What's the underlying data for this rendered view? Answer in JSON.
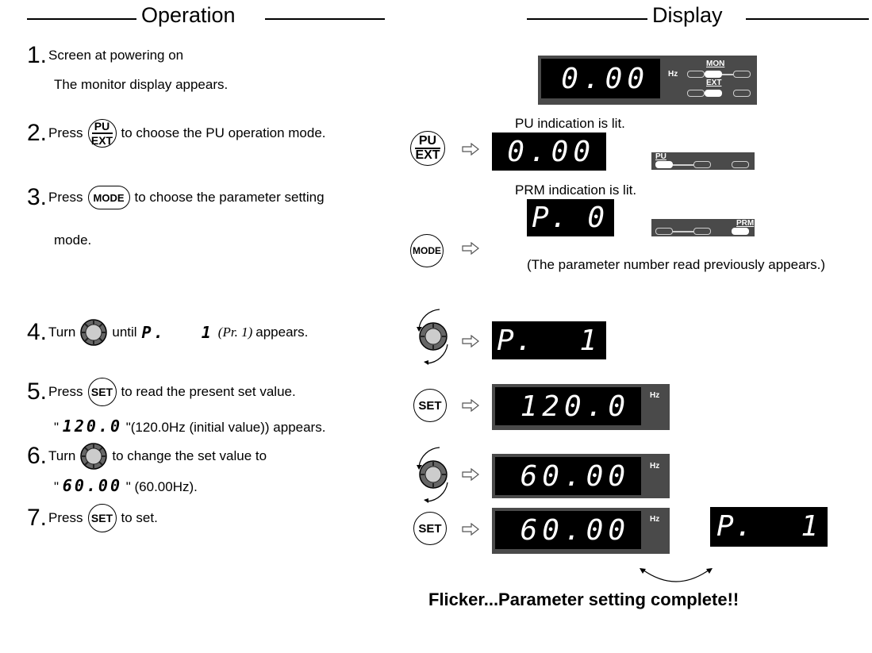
{
  "headers": {
    "operation": "Operation",
    "display": "Display"
  },
  "steps": [
    {
      "num": "1.",
      "text": "Screen at powering on",
      "sub": "The monitor display appears."
    },
    {
      "num": "2.",
      "pre": "Press",
      "button": "PU/EXT",
      "post": "to choose the PU operation mode."
    },
    {
      "num": "3.",
      "pre": "Press",
      "button": "MODE",
      "post": "to choose the parameter setting",
      "sub": "mode."
    },
    {
      "num": "4.",
      "pre": "Turn",
      "mid": "until",
      "seg": "P.   1",
      "ref": "(Pr. 1)",
      "post": "appears."
    },
    {
      "num": "5.",
      "pre": "Press",
      "button": "SET",
      "post": "to read the present set value.",
      "sub_seg": "120.0",
      "sub_post": "\"(120.0Hz (initial value)) appears."
    },
    {
      "num": "6.",
      "pre": "Turn",
      "post": "to change the set value to",
      "sub_seg": "60.00",
      "sub_post": "\" (60.00Hz)."
    },
    {
      "num": "7.",
      "pre": "Press",
      "button": "SET",
      "post": "to set."
    }
  ],
  "buttons": {
    "pu_top": "PU",
    "pu_bottom": "EXT",
    "mode": "MODE",
    "set": "SET"
  },
  "display": {
    "d1": "0.00",
    "d2": "0.00",
    "d3_left": "P.",
    "d3_right": "0",
    "d4_left": "P.",
    "d4_right": "1",
    "d5": "120.0",
    "d6": "60.00",
    "d7": "60.00",
    "d7b_left": "P.",
    "d7b_right": "1",
    "hz": "Hz",
    "mon": "MON",
    "ext": "EXT",
    "pu": "PU",
    "prm": "PRM",
    "note_pu": "PU indication is lit.",
    "note_prm": "PRM indication is lit.",
    "note_param": "(The  parameter  number  read  previously appears.)"
  },
  "footer": "Flicker...Parameter setting complete!!"
}
